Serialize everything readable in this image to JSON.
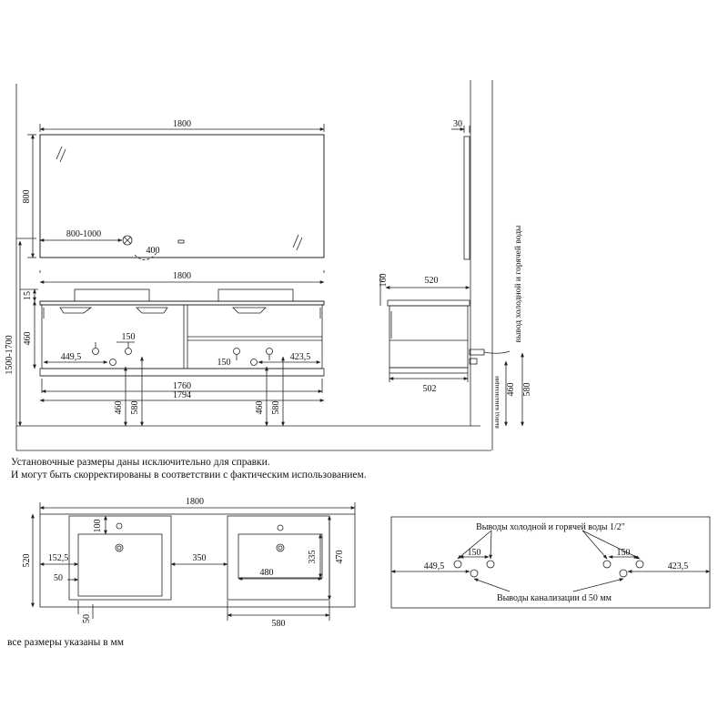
{
  "top_view": {
    "mirror_width": "1800",
    "mirror_height": "800",
    "switch_height_range": "800-1000",
    "switch_dist": "400",
    "cabinet_width": "1800",
    "top_thickness": "15",
    "cabinet_height": "460",
    "wall_height_range": "1500-1700",
    "left_offset": "449,5",
    "left_pipe_spacing": "150",
    "right_pipe_spacing": "150",
    "right_offset": "423,5",
    "inner_width": "1760",
    "outer_width": "1794",
    "drain_h_left": "460",
    "water_h_left": "580",
    "drain_h_right": "460",
    "water_h_right": "580"
  },
  "side_view": {
    "mirror_depth": "30",
    "top_depth": "520",
    "top_thickness": "160",
    "bottom_depth": "502",
    "label_water_outlet": "вывод холодной и горячей воды",
    "label_drain": "вывод канализации",
    "drain_height": "460",
    "water_height": "580"
  },
  "notes": {
    "line1": "Установочные размеры даны исключительно для справки.",
    "line2": "И могут быть скорректированы в соответствии с фактическим использованием.",
    "units": "все размеры указаны в мм"
  },
  "plan_view": {
    "total_width": "1800",
    "depth": "520",
    "tap_offset": "100",
    "left_edge": "152,5",
    "edge_50": "50",
    "bottom_50": "50",
    "gap": "350",
    "basin_width": "480",
    "basin_depth": "335",
    "right_depth": "470",
    "right_width": "580"
  },
  "pipe_layout": {
    "water_title": "Выводы холодной и горячей воды 1/2\"",
    "drain_title": "Выводы канализации d 50 мм",
    "left_offset": "449,5",
    "left_spacing": "150",
    "right_spacing": "150",
    "right_offset": "423,5"
  }
}
